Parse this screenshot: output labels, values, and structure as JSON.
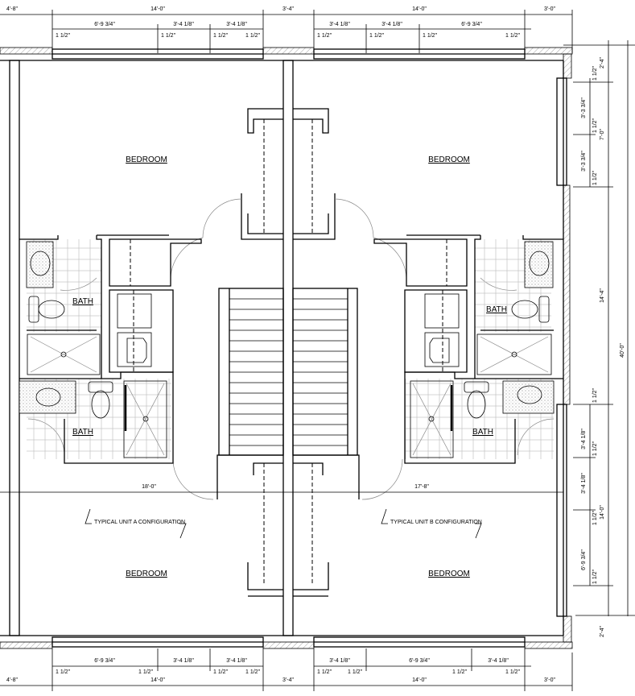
{
  "rooms": {
    "bedroom_top_left": "BEDROOM",
    "bedroom_top_right": "BEDROOM",
    "bedroom_bottom_left": "BEDROOM",
    "bedroom_bottom_right": "BEDROOM",
    "bath_left_upper": "BATH",
    "bath_left_lower": "BATH",
    "bath_right_upper": "BATH",
    "bath_right_lower": "BATH"
  },
  "notes": {
    "unit_a": "TYPICAL UNIT A CONFIGURATION",
    "unit_b": "TYPICAL UNIT B CONFIGURATION"
  },
  "dimensions": {
    "top_overall": [
      "4'-8\"",
      "14'-0\"",
      "3'-4\"",
      "14'-0\"",
      "3'-0\""
    ],
    "top_windows": [
      "6'-9 3/4\"",
      "3'-4 1/8\"",
      "3'-4 1/8\"",
      "3'-4 1/8\"",
      "3'-4 1/8\"",
      "6'-9 3/4\""
    ],
    "trim": "1 1/2\"",
    "unit_widths": [
      "18'-0\"",
      "17'-8\""
    ],
    "right_upper": [
      "2'-4\"",
      "3'-3 3/4\"",
      "7'-0\"",
      "3'-3 3/4\"",
      "14'-4\""
    ],
    "right_lower": [
      "3'-4 1/8\"",
      "3'-4 1/8\"",
      "14'-0\"",
      "6'-9 3/4\"",
      "2'-4\""
    ],
    "overall_depth": "40'-0\"",
    "bottom_windows": [
      "6'-9 3/4\"",
      "3'-4 1/8\"",
      "3'-4 1/8\"",
      "3'-4 1/8\"",
      "6'-9 3/4\"",
      "3'-4 1/8\""
    ],
    "bottom_overall": [
      "4'-8\"",
      "14'-0\"",
      "3'-4\"",
      "14'-0\"",
      "3'-0\""
    ]
  }
}
